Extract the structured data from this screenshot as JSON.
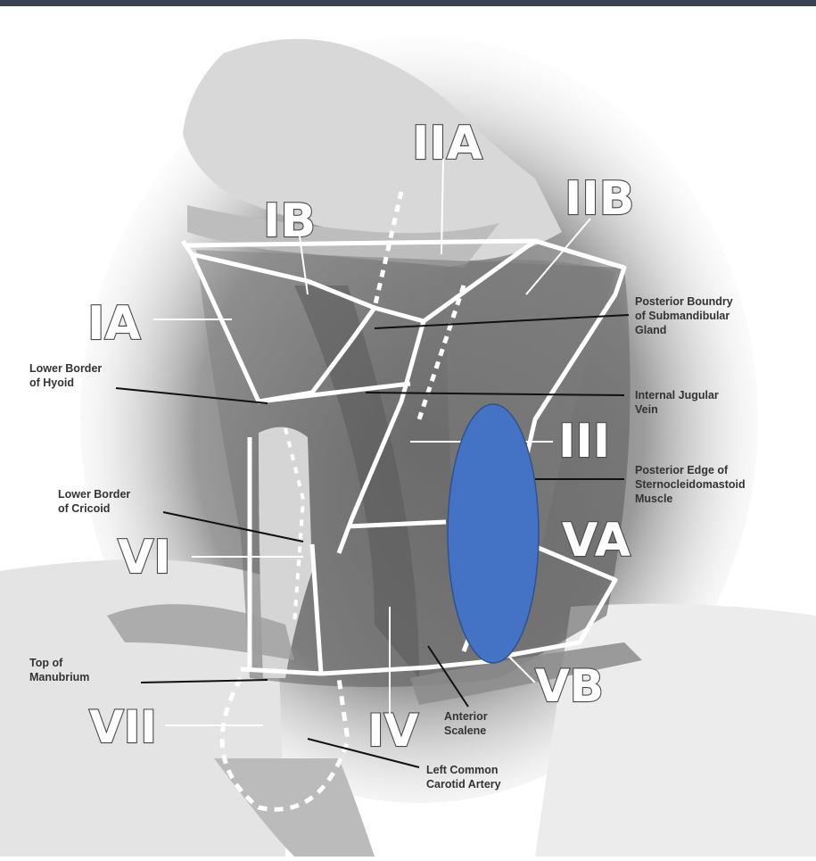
{
  "diagram": {
    "levels": {
      "IA": "IA",
      "IB": "IB",
      "IIA": "IIA",
      "IIB": "IIB",
      "III": "III",
      "IV": "IV",
      "VA": "VA",
      "VB": "VB",
      "VI": "VI",
      "VII": "VII"
    },
    "annotations": {
      "posterior_boundry": "Posterior Boundry\nof Submandibular\nGland",
      "lower_border_hyoid": "Lower Border\nof Hyoid",
      "internal_jugular": "Internal Jugular\nVein",
      "posterior_edge": "Posterior Edge of\nSternocleidomastoid\nMuscle",
      "lower_border_cricoid": "Lower Border\nof Cricoid",
      "top_manubrium": "Top of\nManubrium",
      "anterior_scalene": "Anterior\nScalene",
      "left_common_carotid": "Left Common\nCarotid Artery"
    },
    "colors": {
      "header_bar": "#3a4354",
      "overlay_oval": "#4472c4",
      "overlay_outline": "#2f528f",
      "region_lines": "#ffffff"
    }
  }
}
